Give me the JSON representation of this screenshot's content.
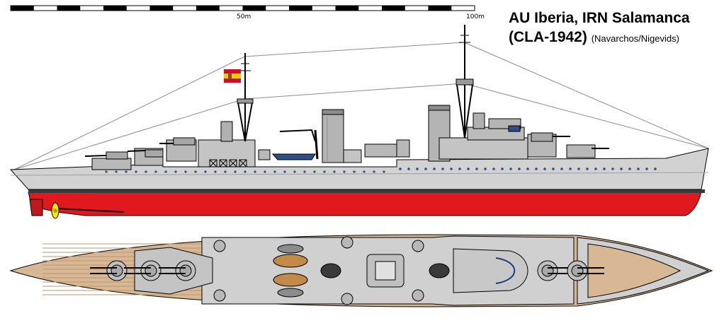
{
  "title": {
    "line1": "AU Iberia, IRN Salamanca",
    "line2": "(CLA-1942)",
    "subtitle": "(Navarchos/Nigevids)"
  },
  "scale": {
    "label_mid": "50m",
    "label_end": "100m"
  },
  "colors": {
    "hull_grey": "#c8c8c8",
    "superstructure_grey": "#b4b4b4",
    "dark_grey": "#8c8c8c",
    "antifouling_red": "#e0191e",
    "boot_top": "#3a3a3a",
    "deck_wood": "#d8b894",
    "flag_red": "#c8102e",
    "flag_yellow": "#ffc400",
    "propeller": "#ffe600"
  },
  "icons": {
    "flag": "spanish-flag-icon",
    "propeller": "propeller-icon"
  }
}
